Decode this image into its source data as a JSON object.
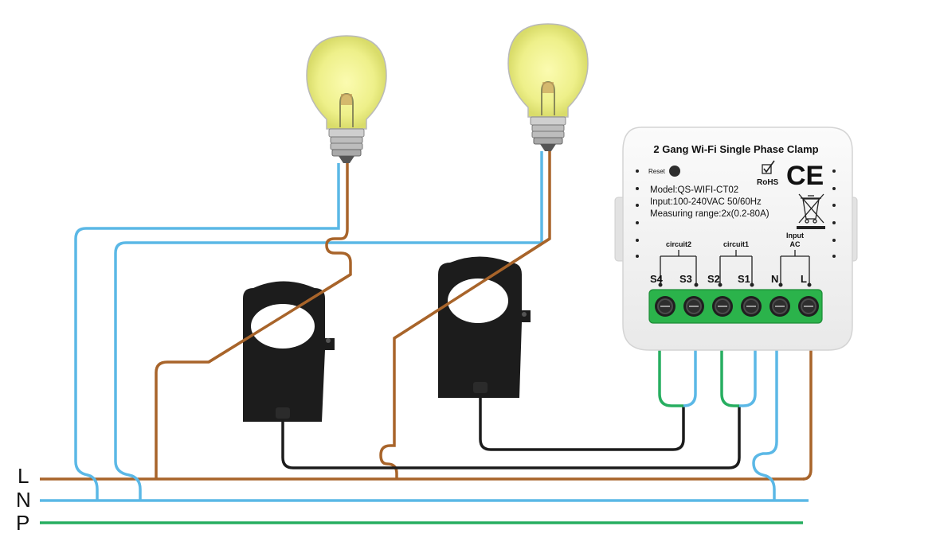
{
  "device": {
    "title": "2 Gang Wi-Fi Single Phase Clamp",
    "reset_label": "Reset",
    "rohs_label": "RoHS",
    "ce_label": "CE",
    "model": "Model:QS-WIFI-CT02",
    "input": "Input:100-240VAC 50/60Hz",
    "measuring_range": "Measuring range:2x(0.2-80A)",
    "group_circuit2": "circuit2",
    "group_circuit1": "circuit1",
    "group_input_line1": "Input",
    "group_input_line2": "AC",
    "terminals": [
      "S4",
      "S3",
      "S2",
      "S1",
      "N",
      "L"
    ]
  },
  "lines": {
    "L": "L",
    "N": "N",
    "P": "P"
  },
  "colors": {
    "live": "#a8642a",
    "neutral": "#5bb8e6",
    "earth": "#27ae60",
    "clamp": "#1c1c1c",
    "device_body": "#f4f4f4",
    "terminal_block": "#2bb34b",
    "bulb_glow": "#eef08a"
  },
  "icons": [
    "bulb-icon",
    "bulb-icon",
    "clamp-icon",
    "clamp-icon",
    "rohs-icon",
    "ce-icon",
    "weee-bin-icon",
    "reset-button-icon"
  ]
}
